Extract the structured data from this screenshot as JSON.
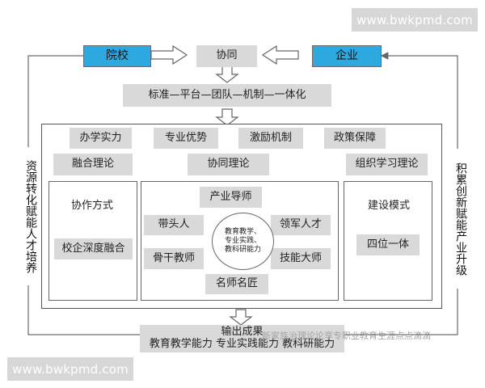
{
  "watermarks": {
    "top": "www.bwkpmd.com",
    "bottom": "www.bwkpmd.com"
  },
  "top_row": {
    "left": "院校",
    "center": "协同",
    "right": "企业"
  },
  "header": {
    "chain": "标准—平台—团队—机制—一体化"
  },
  "side_labels": {
    "left": "资源转化赋能人才培养",
    "right": "积累创新赋能产业升级"
  },
  "factors": {
    "row1": [
      "办学实力",
      "专业优势",
      "激励机制",
      "政策保障"
    ],
    "row2": [
      "融合理论",
      "协同理论",
      "组织学习理论"
    ]
  },
  "left_panel": {
    "title": "协作方式",
    "content": "校企深度融合"
  },
  "center_panel": {
    "top": "产业导师",
    "left_top": "带头人",
    "left_bottom": "骨干教师",
    "right_top": "领军人才",
    "right_bottom": "技能大师",
    "bottom": "名师名匠",
    "core": "教育教学、\n专业实践、\n教科研能力"
  },
  "right_panel": {
    "title": "建设模式",
    "content": "四位一体"
  },
  "output": {
    "title": "输出成果",
    "content": "教育教学能力 专业实践能力 教科研能力",
    "overlay": "新家族治理论论享专职业教育生涯点点滴滴"
  },
  "colors": {
    "accent_blue": "#2ea9df",
    "gray_box": "#d9d9d9",
    "line_color": "#555555"
  }
}
